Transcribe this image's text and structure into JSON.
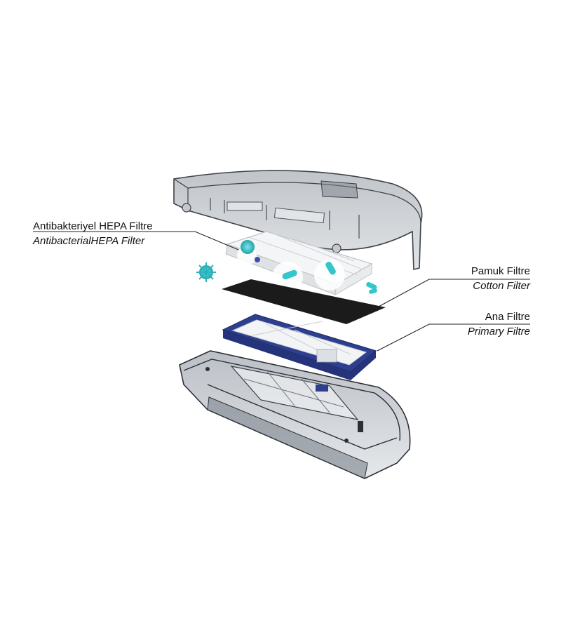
{
  "labels": {
    "hepa": {
      "tr": "Antibakteriyel HEPA Filtre",
      "en": "AntibacterialHEPA Filter"
    },
    "cotton": {
      "tr": "Pamuk Filtre",
      "en": "Cotton Filter"
    },
    "primary": {
      "tr": "Ana Filtre",
      "en": "Primary Filtre"
    }
  },
  "colors": {
    "frame_blue": "#2e3f8f",
    "microbe_cyan": "#35c6cc",
    "cotton_black": "#1b1b1b",
    "housing_grey": "#6f7782"
  }
}
